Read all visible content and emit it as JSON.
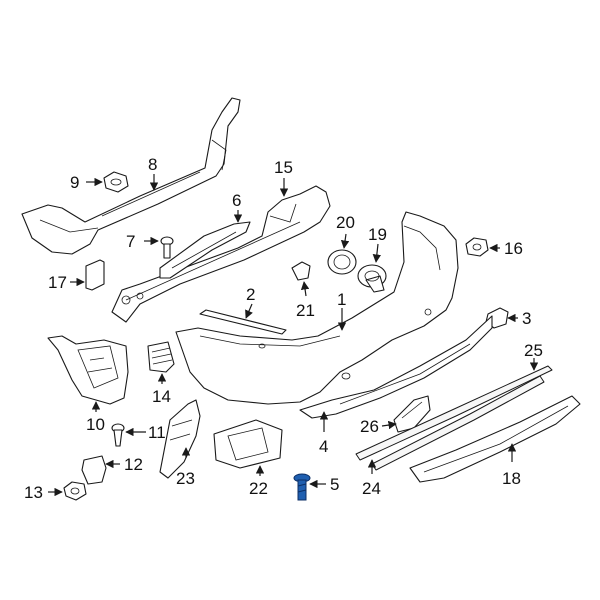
{
  "diagram": {
    "highlight_color": "#1f5fb0",
    "callouts": {
      "c1": "1",
      "c2": "2",
      "c3": "3",
      "c4": "4",
      "c5": "5",
      "c6": "6",
      "c7": "7",
      "c8": "8",
      "c9": "9",
      "c10": "10",
      "c11": "11",
      "c12": "12",
      "c13": "13",
      "c14": "14",
      "c15": "15",
      "c16": "16",
      "c17": "17",
      "c18": "18",
      "c19": "19",
      "c20": "20",
      "c21": "21",
      "c22": "22",
      "c23": "23",
      "c24": "24",
      "c25": "25",
      "c26": "26"
    },
    "highlighted_part": "5"
  }
}
